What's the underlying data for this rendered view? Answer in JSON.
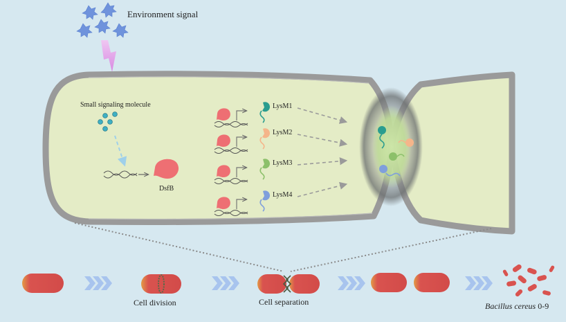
{
  "environment_signal": "Environment signal",
  "small_signaling_molecule": "Small signaling molecule",
  "regulator": "DsfB",
  "lysins": [
    "LysM1",
    "LysM2",
    "LysM3",
    "LysM4"
  ],
  "stages": {
    "cell_division": "Cell division",
    "cell_separation": "Cell separation",
    "species_italic": "Bacillus cereus",
    "species_strain": " 0-9"
  },
  "colors": {
    "background": "#d6e8f0",
    "cytoplasm": "#e4ecc6",
    "cell_wall": "#9a9a9a",
    "regulator": "#ee6f73",
    "lysm1": "#2a9d8f",
    "lysm2": "#f5b58a",
    "lysm3": "#8cc06a",
    "lysm4": "#7f9fdc",
    "signal": "#6f93dc",
    "lightning": "#e49be6",
    "bacterium": "#d9534f"
  }
}
